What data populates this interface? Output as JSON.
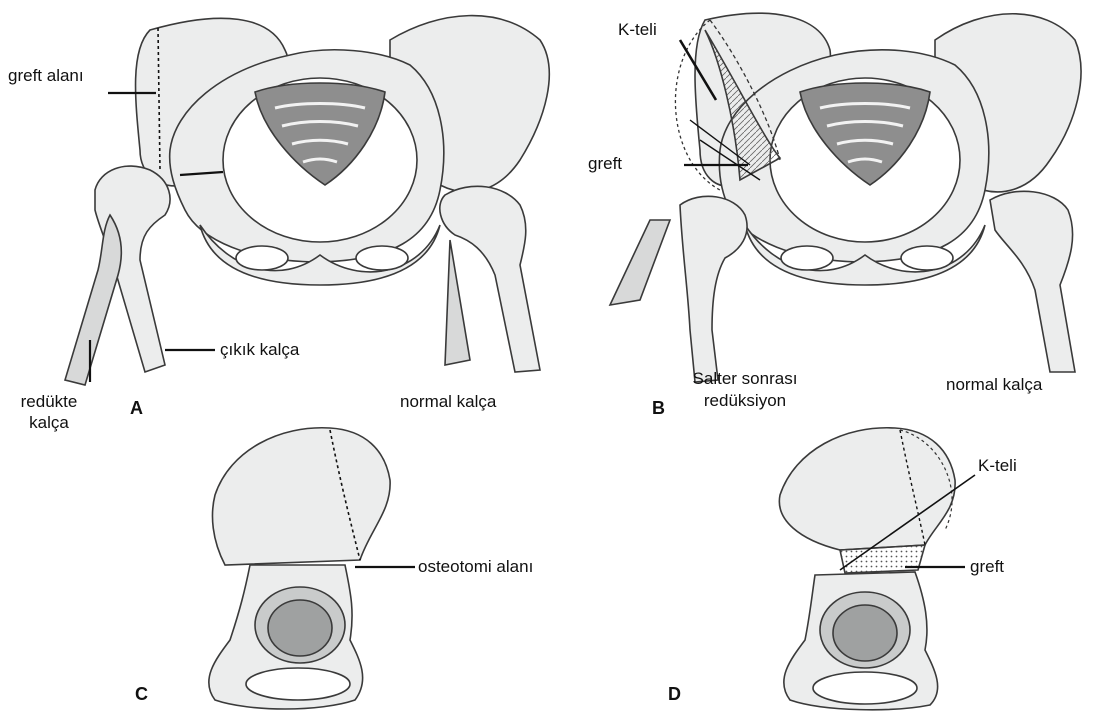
{
  "panels": {
    "A": {
      "letter": "A",
      "graft_area": "greft alanı",
      "dislocated_hip": "çıkık kalça",
      "reduced_hip_line1": "redükte",
      "reduced_hip_line2": "kalça",
      "normal_hip": "normal kalça"
    },
    "B": {
      "letter": "B",
      "k_wire": "K-teli",
      "graft": "greft",
      "salter_line1": "Salter sonrası",
      "salter_line2": "redüksiyon",
      "normal_hip": "normal kalça"
    },
    "C": {
      "letter": "C",
      "osteotomy_area": "osteotomi alanı"
    },
    "D": {
      "letter": "D",
      "k_wire": "K-teli",
      "graft": "greft"
    }
  },
  "colors": {
    "bone_fill": "#eceded",
    "bone_shade": "#c9cbcb",
    "sacrum_fill": "#8e8e8e",
    "outline": "#3a3a3a",
    "leader_line": "#111111"
  }
}
